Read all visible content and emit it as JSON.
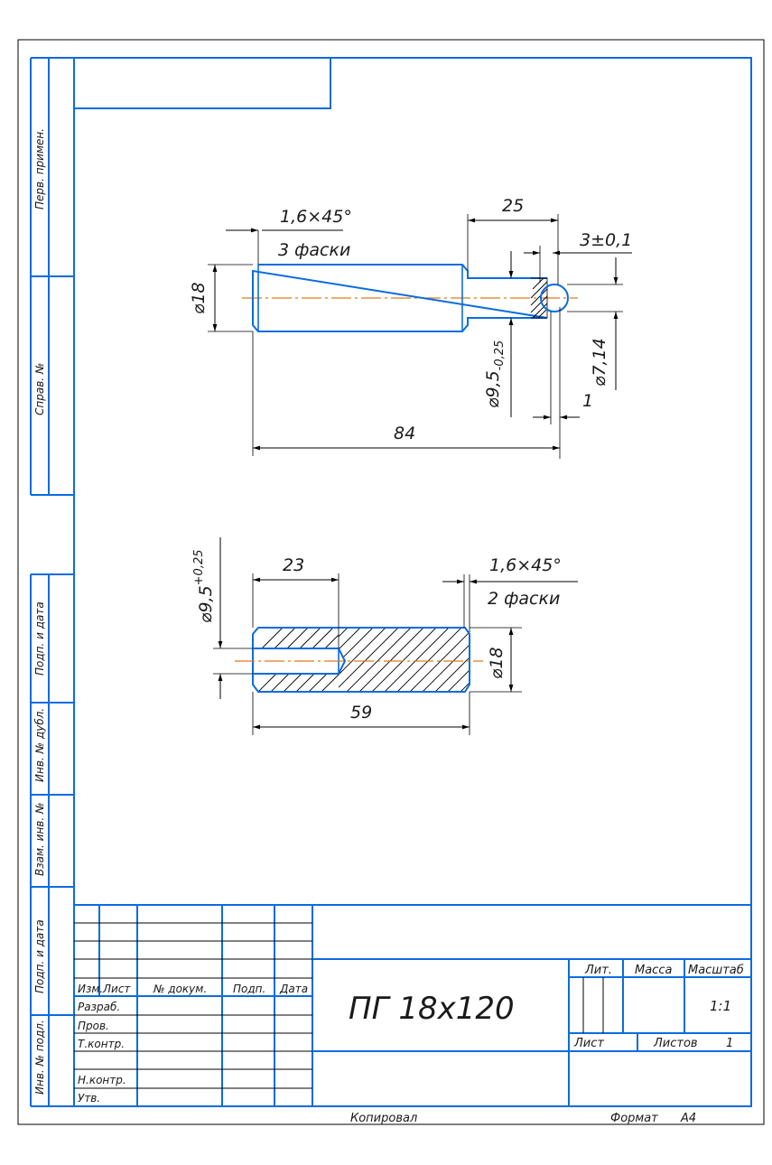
{
  "side_stamps": {
    "perv_primen": "Перв. примен.",
    "sprav_no": "Справ. №",
    "podp_data_1": "Подп. и дата",
    "inv_dubl": "Инв. № дубл.",
    "vzam_inv": "Взам. инв. №",
    "podp_data_2": "Подп. и дата",
    "inv_podl": "Инв. № подл."
  },
  "view1": {
    "chamfer": "1,6×45°",
    "chamfer_note": "3 фаски",
    "dim_25": "25",
    "dim_3": "3±0,1",
    "dia_18": "⌀18",
    "dia_95": "⌀9,5",
    "dia_95_tol": "-0,25",
    "dia_714": "⌀7,14",
    "dim_1": "1",
    "dim_84": "84"
  },
  "view2": {
    "dia_95": "⌀9,5",
    "dia_95_tol": "+0,25",
    "dim_23": "23",
    "chamfer": "1,6×45°",
    "chamfer_note": "2 фаски",
    "dia_18": "⌀18",
    "dim_59": "59"
  },
  "title_block": {
    "columns": {
      "izm": "Изм.",
      "list": "Лист",
      "doc_no": "№ докум.",
      "podp": "Подп.",
      "data": "Дата"
    },
    "roles": [
      "Разраб.",
      "Пров.",
      "Т.контр.",
      "",
      "Н.контр.",
      "Утв."
    ],
    "designation": "ПГ 18х120",
    "lit_label": "Лит.",
    "massa_label": "Масса",
    "scale_label": "Масштаб",
    "scale": "1:1",
    "sheet_label": "Лист",
    "sheets_label": "Листов",
    "sheets": "1"
  },
  "footer": {
    "copied": "Копировал",
    "format_label": "Формат",
    "format": "А4"
  },
  "colors": {
    "outline": "#0a6ce0",
    "axis": "#e07a1a",
    "dimension": "#000000"
  }
}
